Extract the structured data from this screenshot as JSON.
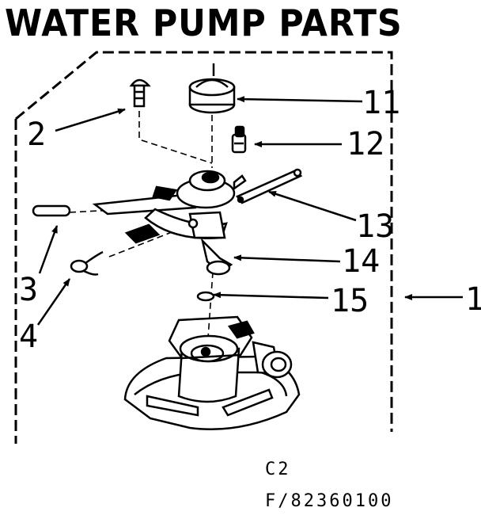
{
  "title": "WATER PUMP PARTS",
  "callouts": {
    "c1": "1",
    "c2": "2",
    "c3": "3",
    "c4": "4",
    "c11": "11",
    "c12": "12",
    "c13": "13",
    "c14": "14",
    "c15": "15"
  },
  "figure_code": "C2",
  "part_code": "F/82360100"
}
